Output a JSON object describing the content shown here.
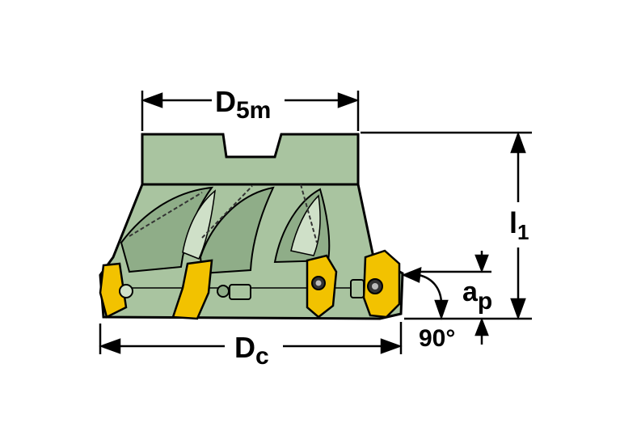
{
  "labels": {
    "d5m": {
      "main": "D",
      "sub": "5m"
    },
    "l1": {
      "main": "l",
      "sub": "1"
    },
    "ap": {
      "main": "a",
      "sub": "p"
    },
    "dc": {
      "main": "D",
      "sub": "c"
    },
    "angle": "90°"
  },
  "colors": {
    "body": "#a9c4a0",
    "body_dark": "#6f8f69",
    "body_light": "#cfe0c8",
    "insert": "#f2c200",
    "insert_dark": "#b08c00",
    "outline": "#000000"
  }
}
